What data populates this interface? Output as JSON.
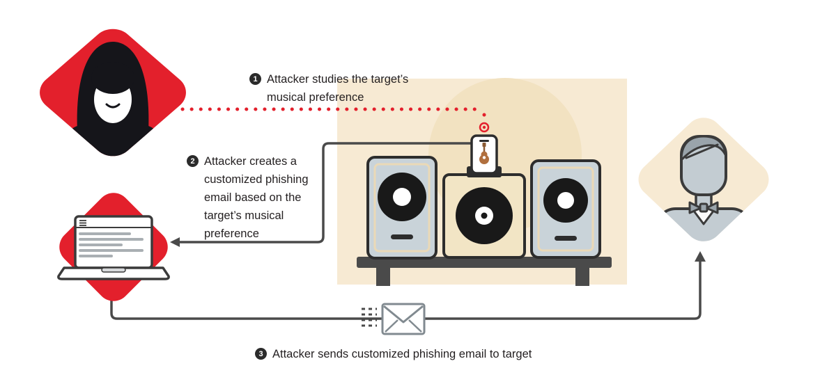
{
  "steps": [
    {
      "number": "1",
      "label": "Attacker studies the target’s musical preference"
    },
    {
      "number": "2",
      "label": "Attacker creates a customized phishing email based on the target’s musical preference"
    },
    {
      "number": "3",
      "label": "Attacker sends customized phishing email to target"
    }
  ],
  "colors": {
    "red": "#e3202c",
    "beige": "#f7ead3",
    "beige2": "#f2e2c1",
    "panel": "#c9d3d9",
    "cream": "#f2e5c5",
    "ink": "#2d2d2d",
    "line": "#4a4a4a",
    "text": "#231f20",
    "badge": "#2b2b2b",
    "env": "#818a90",
    "guitar": "#b06f3e",
    "person": "#c3ccd2",
    "persondark": "#9aa4ab",
    "black": "#15151a",
    "muted": "#a9afb3"
  },
  "icons": {
    "attacker": "hooded-attacker-icon",
    "laptop": "laptop-browser-icon",
    "stereo": "stereo-speakers-icon",
    "phone": "smartphone-dock-icon",
    "guitar": "guitar-icon",
    "signal": "signal-target-icon",
    "envelope": "envelope-icon",
    "target": "target-person-icon"
  }
}
